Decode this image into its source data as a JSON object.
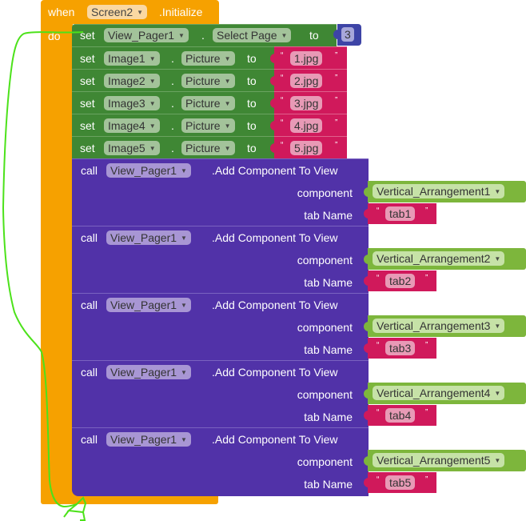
{
  "event": {
    "when": "when",
    "component": "Screen2",
    "event_name": ".Initialize",
    "do": "do"
  },
  "select_page": {
    "keyword": "set",
    "component": "View_Pager1",
    "dot": ".",
    "property": "Select Page",
    "to": "to",
    "value": "3"
  },
  "image_setters": [
    {
      "keyword": "set",
      "component": "Image1",
      "dot": ".",
      "property": "Picture",
      "to": "to",
      "value": "1.jpg"
    },
    {
      "keyword": "set",
      "component": "Image2",
      "dot": ".",
      "property": "Picture",
      "to": "to",
      "value": "2.jpg"
    },
    {
      "keyword": "set",
      "component": "Image3",
      "dot": ".",
      "property": "Picture",
      "to": "to",
      "value": "3.jpg"
    },
    {
      "keyword": "set",
      "component": "Image4",
      "dot": ".",
      "property": "Picture",
      "to": "to",
      "value": "4.jpg"
    },
    {
      "keyword": "set",
      "component": "Image5",
      "dot": ".",
      "property": "Picture",
      "to": "to",
      "value": "5.jpg"
    }
  ],
  "quote_open": "“",
  "quote_close": "”",
  "calls": [
    {
      "keyword": "call",
      "component": "View_Pager1",
      "method": ".Add Component To View",
      "component_label": "component",
      "component_value": "Vertical_Arrangement1",
      "tab_label": "tab Name",
      "tab_value": "tab1"
    },
    {
      "keyword": "call",
      "component": "View_Pager1",
      "method": ".Add Component To View",
      "component_label": "component",
      "component_value": "Vertical_Arrangement2",
      "tab_label": "tab Name",
      "tab_value": "tab2"
    },
    {
      "keyword": "call",
      "component": "View_Pager1",
      "method": ".Add Component To View",
      "component_label": "component",
      "component_value": "Vertical_Arrangement3",
      "tab_label": "tab Name",
      "tab_value": "tab3"
    },
    {
      "keyword": "call",
      "component": "View_Pager1",
      "method": ".Add Component To View",
      "component_label": "component",
      "component_value": "Vertical_Arrangement4",
      "tab_label": "tab Name",
      "tab_value": "tab4"
    },
    {
      "keyword": "call",
      "component": "View_Pager1",
      "method": ".Add Component To View",
      "component_label": "component",
      "component_value": "Vertical_Arrangement5",
      "tab_label": "tab Name",
      "tab_value": "tab5"
    }
  ],
  "colors": {
    "event": "#F6A100",
    "setter": "#3F8734",
    "call": "#5132A8",
    "text": "#D0195B",
    "math": "#3D44A6",
    "component": "#7DB63C",
    "annotation": "#4CE21A"
  },
  "icons": {
    "dropdown": "▼"
  }
}
